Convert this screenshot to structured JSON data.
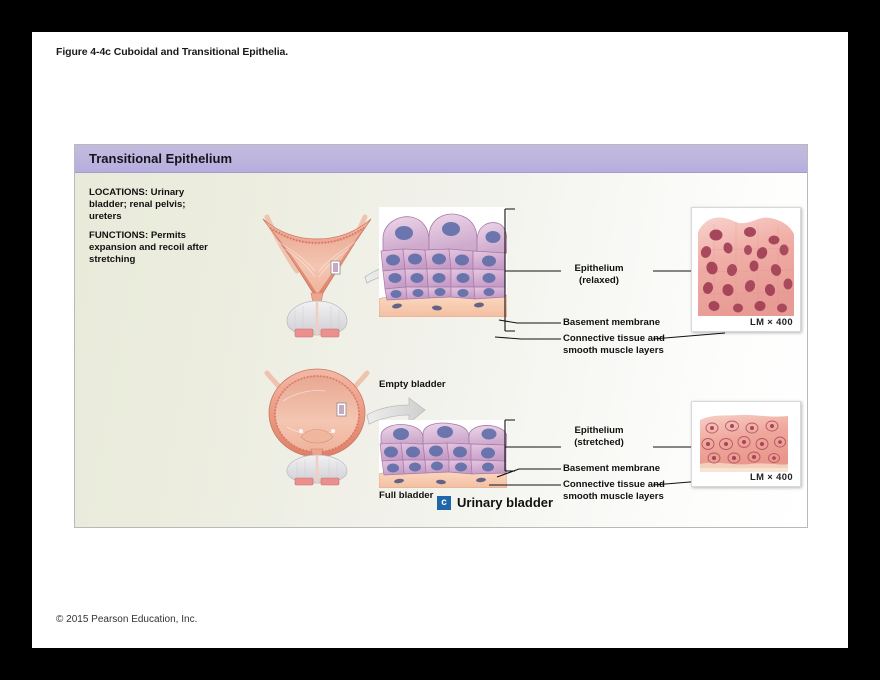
{
  "figure": {
    "caption": "Figure 4-4c Cuboidal and Transitional Epithelia.",
    "copyright": "© 2015 Pearson Education, Inc."
  },
  "panel": {
    "header_title": "Transitional Epithelium",
    "header_color": "#bdb5dc",
    "background_color": "#eceddf"
  },
  "info": {
    "locations_lead": "LOCATIONS:",
    "locations_text": " Urinary bladder; renal pelvis; ureters",
    "functions_lead": "FUNCTIONS:",
    "functions_text": " Permits expansion and recoil after stretching"
  },
  "top_row": {
    "organ_caption": "Empty bladder",
    "diagram_label": "Epithelium\n(relaxed)",
    "basement_label": "Basement membrane",
    "connective_label": "Connective tissue and\nsmooth muscle layers",
    "micrograph_caption": "LM × 400"
  },
  "bottom_row": {
    "organ_caption": "Full bladder",
    "diagram_label": "Epithelium\n(stretched)",
    "basement_label": "Basement membrane",
    "connective_label": "Connective tissue and\nsmooth muscle layers",
    "micrograph_caption": "LM × 400"
  },
  "part": {
    "badge": "c",
    "title": "Urinary bladder"
  },
  "colors": {
    "epithelium_cell": "#d9b6d6",
    "epithelium_nucleus": "#5f6ea8",
    "basement_layer": "#f6cdb4",
    "micrograph_pink": "#f3b9b2",
    "micrograph_nucleus": "#9e3b52",
    "organ_wall": "#ec9a85",
    "organ_lumen": "#f6c3ae",
    "prostate": "#e4e4e6",
    "arrow_gray": "#d9d9d9",
    "badge_blue": "#1f66ab"
  }
}
